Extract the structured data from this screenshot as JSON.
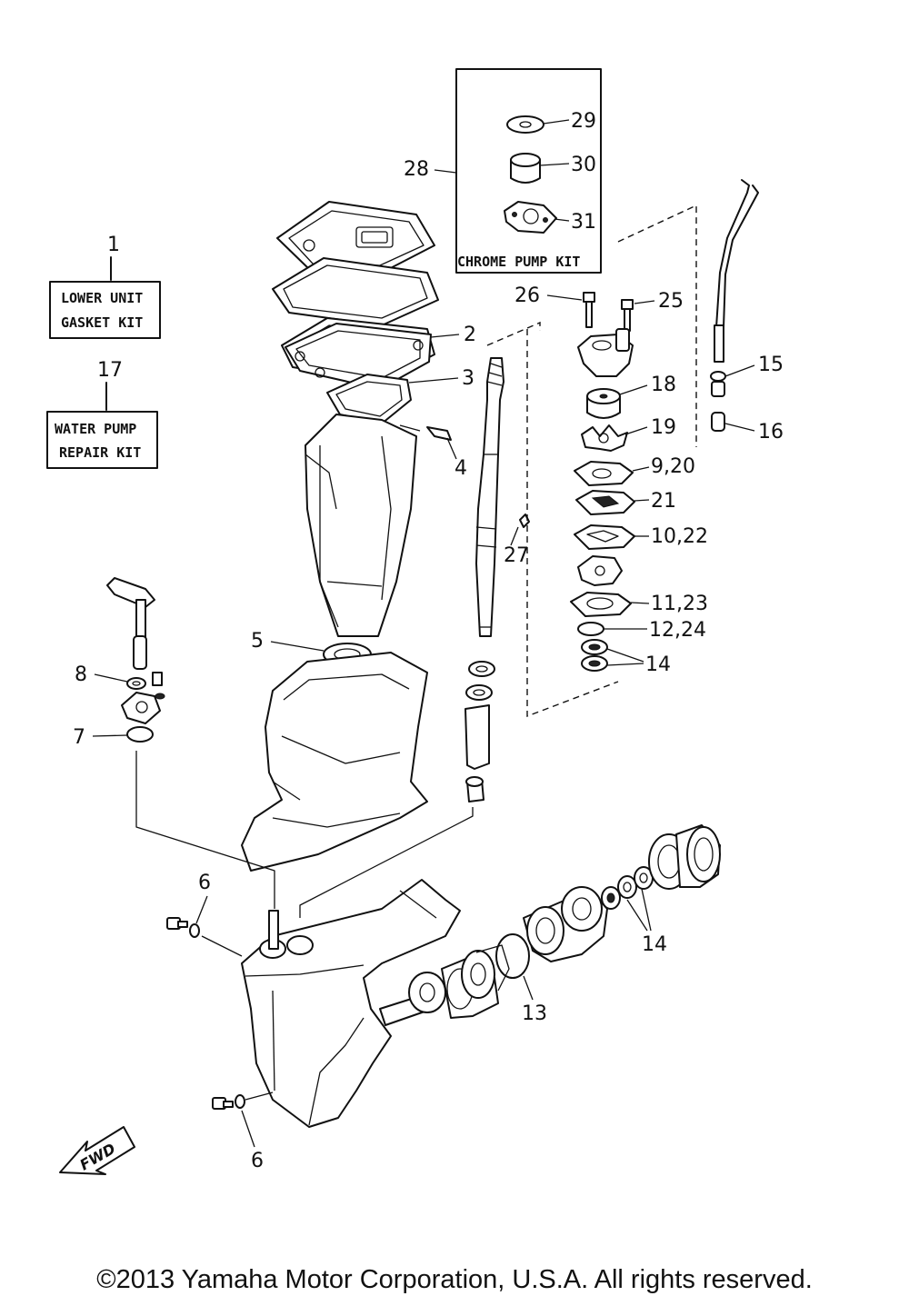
{
  "kits": {
    "lower_unit": {
      "number": "1",
      "line1": "LOWER UNIT",
      "line2": "GASKET KIT"
    },
    "water_pump": {
      "number": "17",
      "line1": "WATER PUMP",
      "line2": "REPAIR KIT"
    },
    "chrome_pump": {
      "number": "28",
      "title": "CHROME PUMP KIT"
    }
  },
  "callouts": {
    "c2": "2",
    "c3": "3",
    "c4": "4",
    "c5": "5",
    "c6a": "6",
    "c6b": "6",
    "c7": "7",
    "c8": "8",
    "c13": "13",
    "c14a": "14",
    "c14b": "14",
    "c15": "15",
    "c16": "16",
    "c18": "18",
    "c19": "19",
    "c9_20": "9,20",
    "c21": "21",
    "c10_22": "10,22",
    "c11_23": "11,23",
    "c12_24": "12,24",
    "c25": "25",
    "c26": "26",
    "c27": "27",
    "c29": "29",
    "c30": "30",
    "c31": "31"
  },
  "direction_marker": "FWD",
  "footer": {
    "copyright": "©2013 Yamaha Motor Corporation, U.S.A. All rights reserved."
  }
}
